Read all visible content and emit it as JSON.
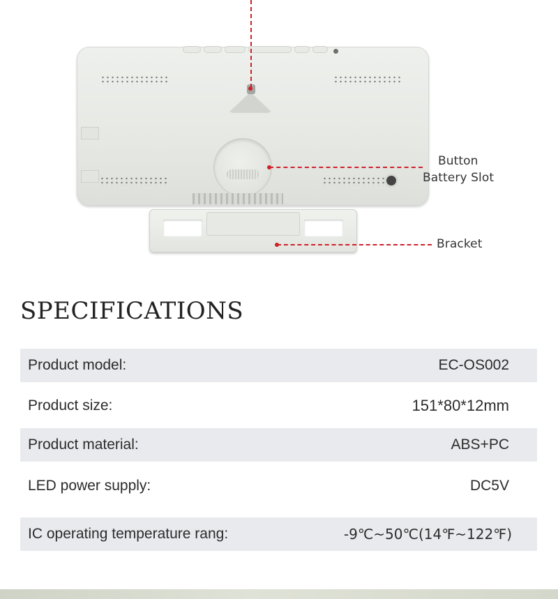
{
  "diagram": {
    "labels": {
      "button": "Button",
      "battery_slot": "Battery Slot",
      "bracket": "Bracket"
    },
    "callout_color": "#d0202a"
  },
  "specifications": {
    "title": "SPECIFICATIONS",
    "rows": [
      {
        "label": "Product model:",
        "value": "EC-OS002"
      },
      {
        "label": "Product size:",
        "value": "151*80*12mm"
      },
      {
        "label": "Product material:",
        "value": "ABS+PC"
      },
      {
        "label": "LED power supply:",
        "value": "DC5V"
      },
      {
        "label": "IC operating temperature rang:",
        "value": "-9℃~50℃(14℉~122℉)"
      }
    ],
    "row_shade_color": "#e9eaee"
  }
}
